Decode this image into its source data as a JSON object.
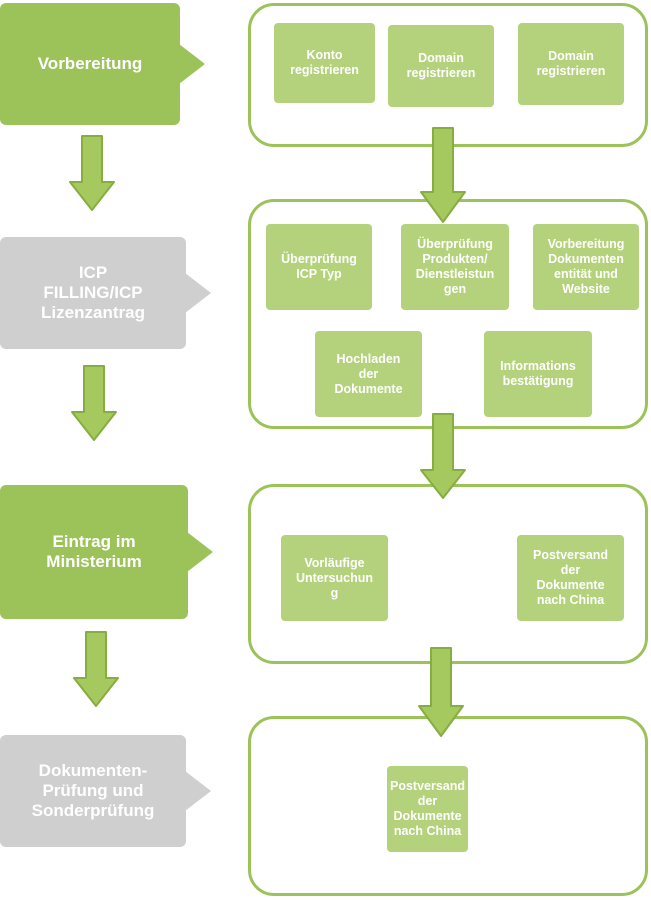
{
  "stages": [
    {
      "label": "Vorbereitung",
      "color": "#9cc35a"
    },
    {
      "label": "ICP\nFILLING/ICP\nLizenzantrag",
      "color": "#cfcfcf"
    },
    {
      "label": "Eintrag im\nMinisterium",
      "color": "#9cc35a"
    },
    {
      "label": "Dokumenten-\nPrüfung und\nSonderprüfung",
      "color": "#cfcfcf"
    }
  ],
  "groups": [
    {
      "steps": [
        "Konto\nregistrieren",
        "Domain\nregistrieren",
        "Domain\nregistrieren"
      ]
    },
    {
      "steps": [
        "Überprüfung\nICP Typ",
        "Überprüfung\nProdukten/\nDienstleistun\ngen",
        "Vorbereitung\nDokumenten\nentität und\nWebsite",
        "Hochladen\nder\nDokumente",
        "Informations\nbestätigung"
      ]
    },
    {
      "steps": [
        "Vorläufige\nUntersuchun\ng",
        "Postversand\nder\nDokumente\nnach China"
      ]
    },
    {
      "steps": [
        "Postversand\nder\nDokumente\nnach China"
      ]
    }
  ],
  "colors": {
    "stage_green": "#9cc35a",
    "stage_grey": "#cfcfcf",
    "step_box": "#b4d27b",
    "arrow_fill": "#a5c85f",
    "arrow_stroke": "#86ad3f"
  }
}
